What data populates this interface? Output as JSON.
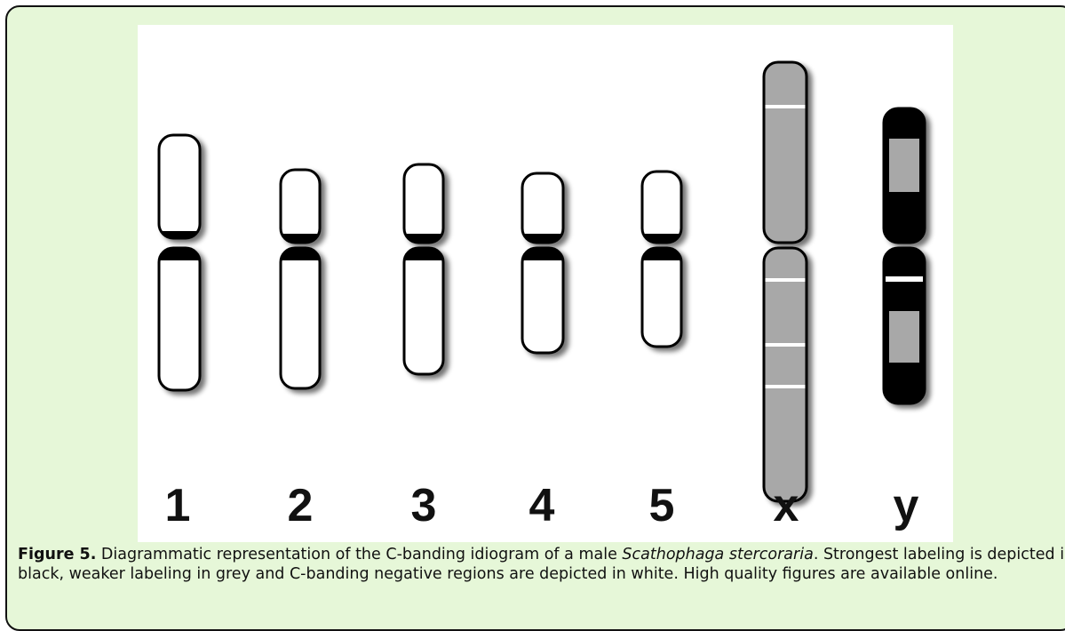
{
  "figure": {
    "labels": [
      "1",
      "2",
      "3",
      "4",
      "5",
      "x",
      "y"
    ],
    "colors": {
      "frame_bg": "#e6f7d8",
      "strong": "#000000",
      "weak": "#a8a8a8",
      "negative": "#ffffff"
    }
  },
  "caption": {
    "label": "Figure 5.",
    "text_before": " Diagrammatic representation of the C-banding idiogram of a male ",
    "species": "Scathophaga stercoraria",
    "text_after": ". Strongest labeling is depicted in black, weaker labeling in grey and C-banding negative regions are depicted in white. High quality figures are available online."
  }
}
